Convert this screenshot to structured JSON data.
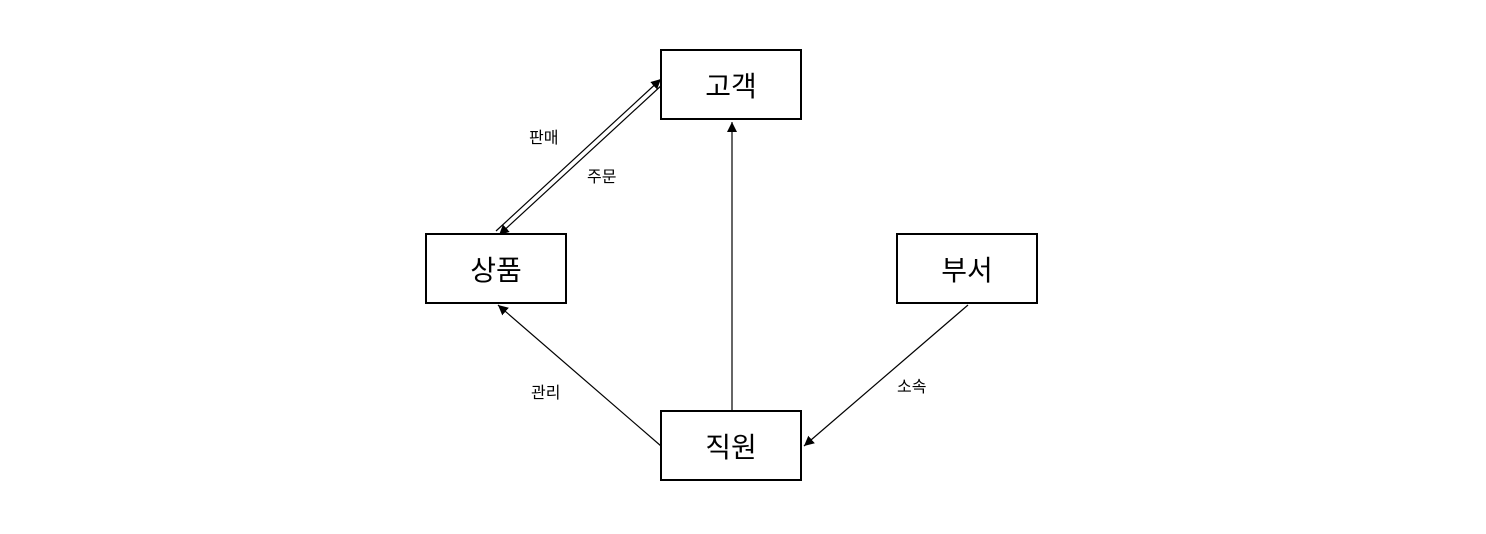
{
  "diagram": {
    "nodes": {
      "customer": "고객",
      "product": "상품",
      "department": "부서",
      "employee": "직원"
    },
    "edges": {
      "sell": "판매",
      "order": "주문",
      "manage": "관리",
      "belong": "소속"
    },
    "colors": {
      "stroke": "#000000",
      "background": "#ffffff"
    }
  }
}
